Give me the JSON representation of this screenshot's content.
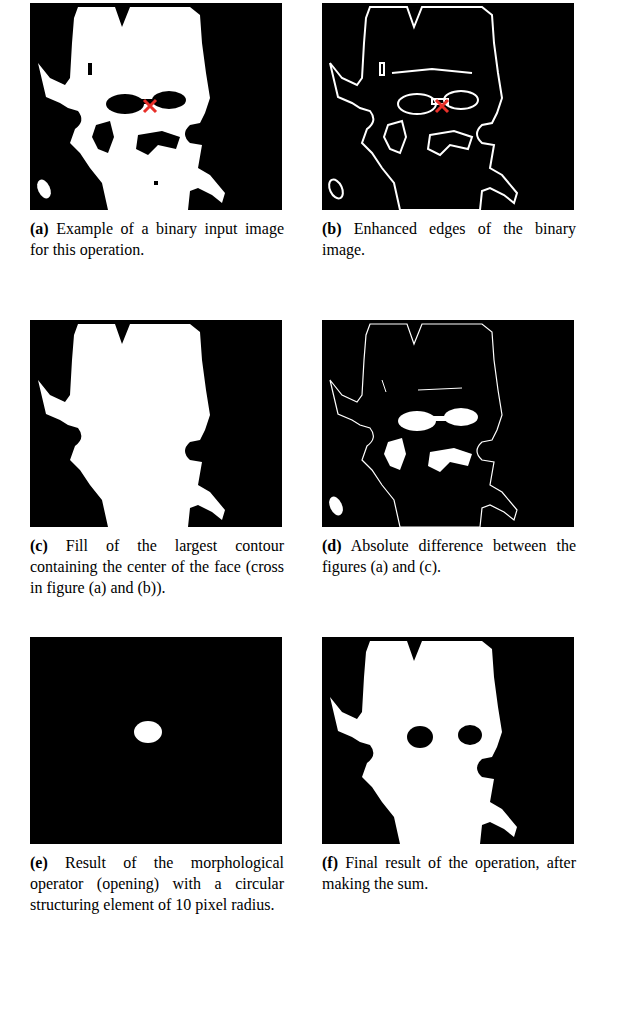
{
  "diagram": {
    "labels": [
      "(a) Example of a binary input image for this operation.",
      "(b) Enhanced edges of the binary image.",
      "(c) Fill of the largest contour containing the center of the face (cross in figure (a) and (b)).",
      "(d) Absolute difference between the figures (a) and (c).",
      "(e) Result of the morphological operator (opening) with a circular structuring element of 10 pixel radius.",
      "(f) Final result of the operation, after making the sum."
    ]
  }
}
